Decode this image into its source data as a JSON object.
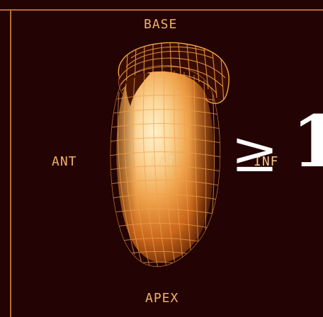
{
  "view_labels": {
    "base": "BASE",
    "anterior": "ANT",
    "lateral": "LAT",
    "inferior": "INF",
    "apex": "APEX"
  },
  "overlay": {
    "symbol": "≥",
    "number": "1"
  },
  "colors": {
    "background": "#230303",
    "frame": "#b86a2c",
    "label": "#f0b06a",
    "surface_light": "#fde3b0",
    "surface_mid": "#e58d2e",
    "surface_dark": "#6a2a06",
    "mesh": "#f19a3d",
    "overlay_text": "#ffffff"
  },
  "icons": {
    "heart_model": "3d-left-ventricle-surface-with-wireframe-mesh"
  }
}
